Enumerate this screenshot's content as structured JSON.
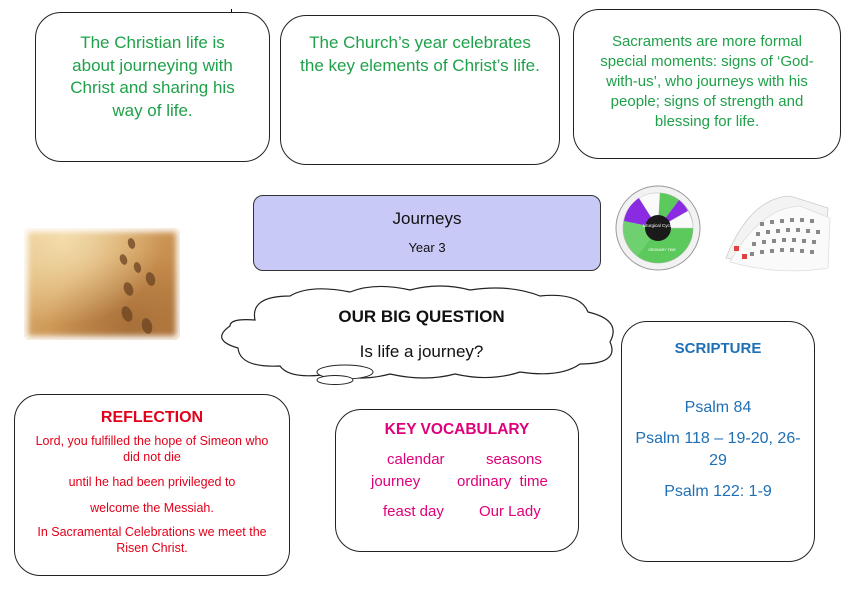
{
  "boxes": {
    "christian_life": "The Christian life is about journeying with Christ and sharing his way of life.",
    "church_year": "The Church’s year celebrates the key elements of Christ’s life.",
    "sacraments": "Sacraments are more formal special moments: signs of ‘God-with-us’, who journeys with his people; signs of strength and blessing for life."
  },
  "topic": {
    "title": "Journeys",
    "year": "Year 3"
  },
  "big_question": {
    "heading": "OUR BIG QUESTION",
    "question": "Is life a journey?"
  },
  "scripture": {
    "heading": "SCRIPTURE",
    "items": [
      "Psalm 84",
      "Psalm 118 – 19-20, 26-29",
      "Psalm 122: 1-9"
    ]
  },
  "reflection": {
    "heading": "REFLECTION",
    "lines": [
      "Lord, you fulfilled the hope of Simeon who did not die",
      "until he had been privileged to",
      "welcome the Messiah.",
      "In Sacramental Celebrations we meet the Risen Christ."
    ]
  },
  "vocabulary": {
    "heading": "KEY VOCABULARY",
    "words": [
      "calendar",
      "seasons",
      "journey",
      "ordinary  time",
      "feast day",
      "Our Lady"
    ]
  },
  "wheel": {
    "center_label": "Liturgical Cycle",
    "ordinary_time_label": "ORDINARY TIME"
  },
  "colors": {
    "green_text": "#1fa14a",
    "red_text": "#e2001a",
    "blue_text": "#1f6fb5",
    "pink_text": "#e0007a",
    "title_fill": "#c9c9f7"
  }
}
